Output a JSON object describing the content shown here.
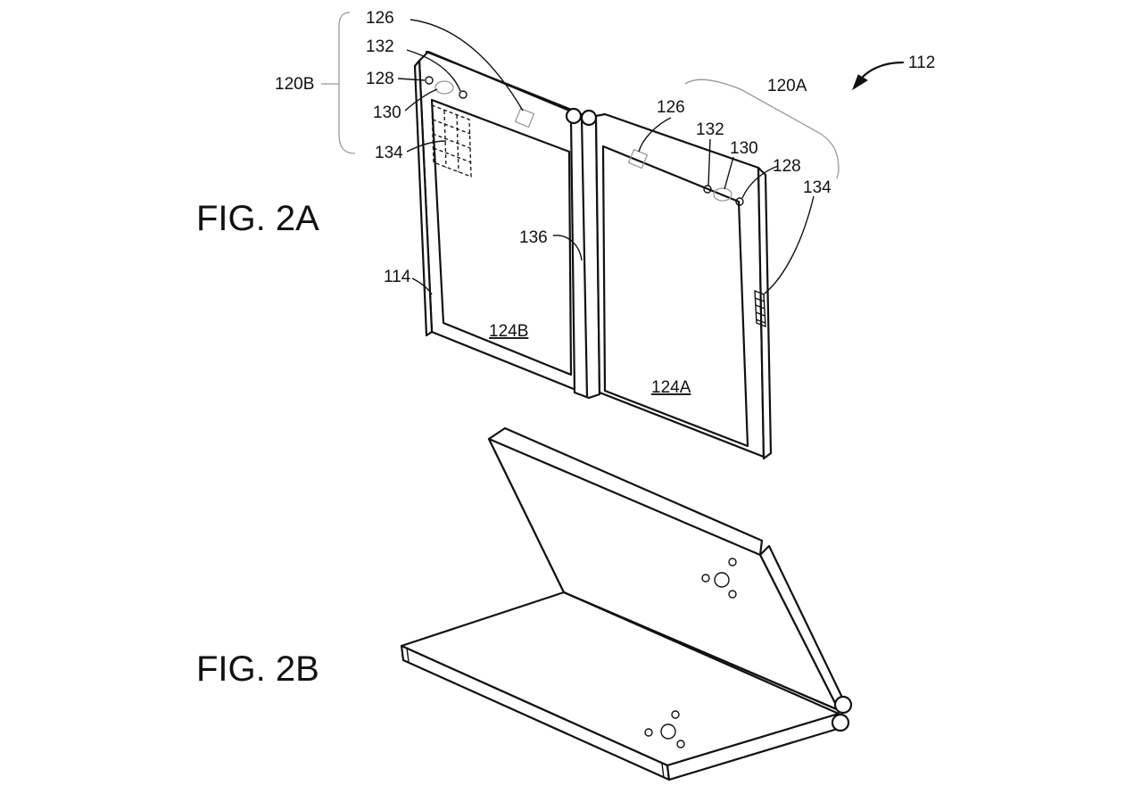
{
  "figures": {
    "fig2a": "FIG. 2A",
    "fig2b": "FIG. 2B"
  },
  "reference_numerals": {
    "device": "112",
    "edge_114": "114",
    "housing_b": "120B",
    "housing_a": "120A",
    "display_b": "124B",
    "display_a": "124A",
    "sensor_b": "126",
    "sensor_a": "126",
    "light_b": "128",
    "light_a": "128",
    "camera_b": "130",
    "camera_a": "130",
    "emitter_b": "132",
    "emitter_a": "132",
    "speaker_b": "134",
    "speaker_a": "134",
    "hinge": "136"
  }
}
